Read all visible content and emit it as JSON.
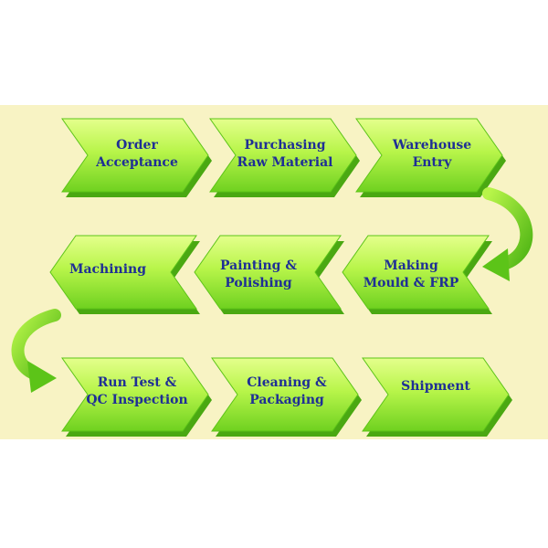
{
  "colors": {
    "background_panel": "#f8f3c4",
    "chevron_light": "#d9ff7a",
    "chevron_mid": "#9fee33",
    "chevron_dark": "#5cc418",
    "label_text": "#1f2f95",
    "arrow": "#6fd42a"
  },
  "steps": [
    {
      "id": "order-acceptance",
      "lines": [
        "Order",
        "Acceptance"
      ],
      "direction": "right"
    },
    {
      "id": "purchasing-raw-material",
      "lines": [
        "Purchasing",
        "Raw Material"
      ],
      "direction": "right"
    },
    {
      "id": "warehouse-entry",
      "lines": [
        "Warehouse",
        "Entry"
      ],
      "direction": "right"
    },
    {
      "id": "making-mould-frp",
      "lines": [
        "Making",
        "Mould & FRP"
      ],
      "direction": "left"
    },
    {
      "id": "painting-polishing",
      "lines": [
        "Painting &",
        "Polishing"
      ],
      "direction": "left"
    },
    {
      "id": "machining",
      "lines": [
        "Machining"
      ],
      "direction": "left"
    },
    {
      "id": "run-test-qc",
      "lines": [
        "Run Test &",
        "QC Inspection"
      ],
      "direction": "right"
    },
    {
      "id": "cleaning-packaging",
      "lines": [
        "Cleaning &",
        "Packaging"
      ],
      "direction": "right"
    },
    {
      "id": "shipment",
      "lines": [
        "Shipment"
      ],
      "direction": "right"
    }
  ],
  "connectors": [
    {
      "from": "warehouse-entry",
      "to": "making-mould-frp",
      "side": "right",
      "icon": "curved-arrow-icon"
    },
    {
      "from": "machining",
      "to": "run-test-qc",
      "side": "left",
      "icon": "curved-arrow-icon"
    }
  ]
}
